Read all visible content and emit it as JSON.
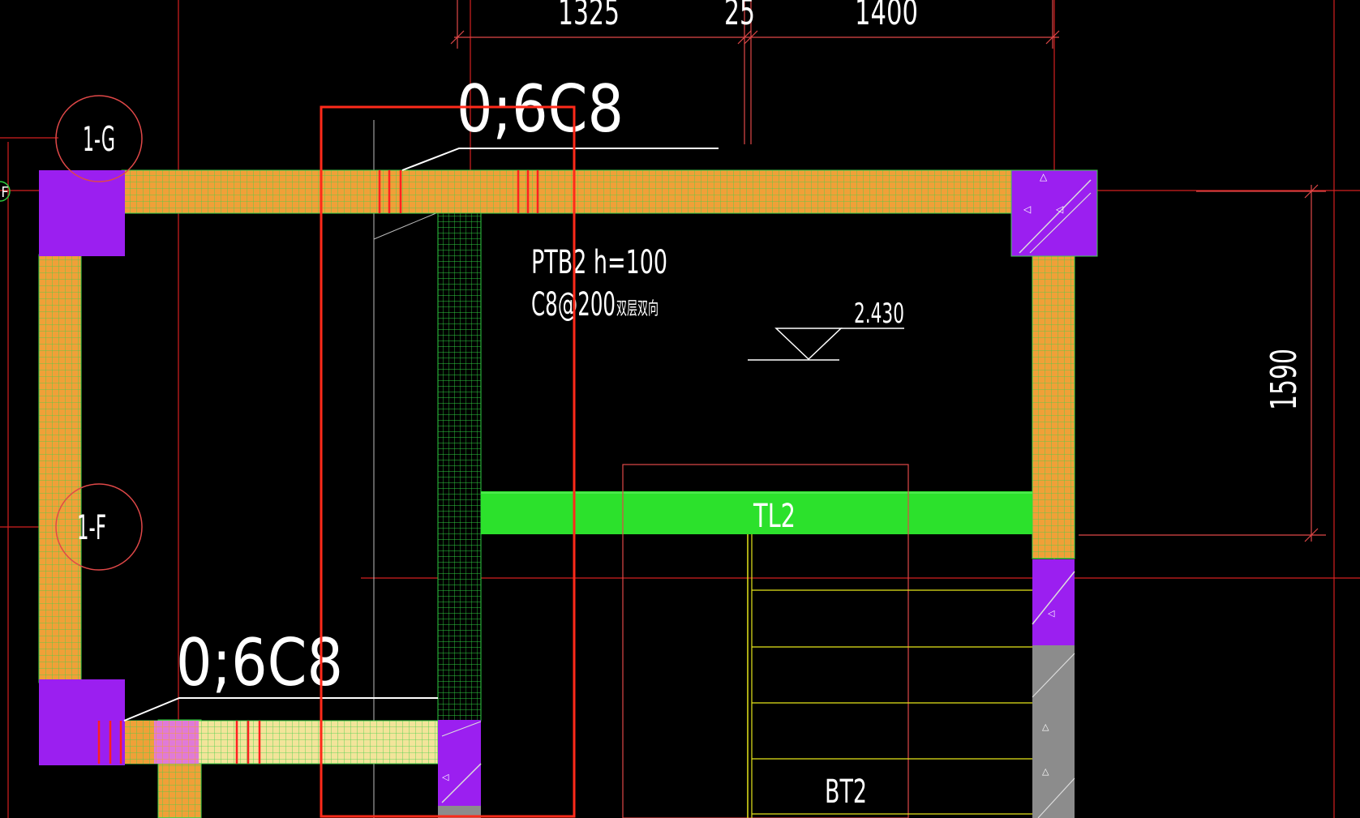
{
  "app": {
    "kind": "CAD drawing viewport (structural plan)"
  },
  "dimensions": {
    "top_left": "1325",
    "top_mid": "25",
    "top_right": "1400",
    "right_vertical": "1590"
  },
  "axis_markers": {
    "g": "1-G",
    "f": "1-F",
    "edge_f": "F"
  },
  "annotations": {
    "rebar_top": "0;6C8",
    "rebar_bottom": "0;6C8",
    "slab_line1": "PTB2 h=100",
    "slab_line2_main": "C8@200",
    "slab_line2_note": "双层双向",
    "elevation": "2.430",
    "beam_label": "TL2",
    "stair_label": "BT2"
  },
  "colors": {
    "background": "#000000",
    "beam_fill": "#f0a038",
    "beam_grid": "#2ecc40",
    "column": "#9b1ff0",
    "tl2_beam": "#2ce12c",
    "selection_box": "#ff2a1a",
    "axis_line": "#e02020",
    "dimension_line": "#e04848",
    "stair_line": "#e6e61a",
    "text": "#ffffff"
  }
}
